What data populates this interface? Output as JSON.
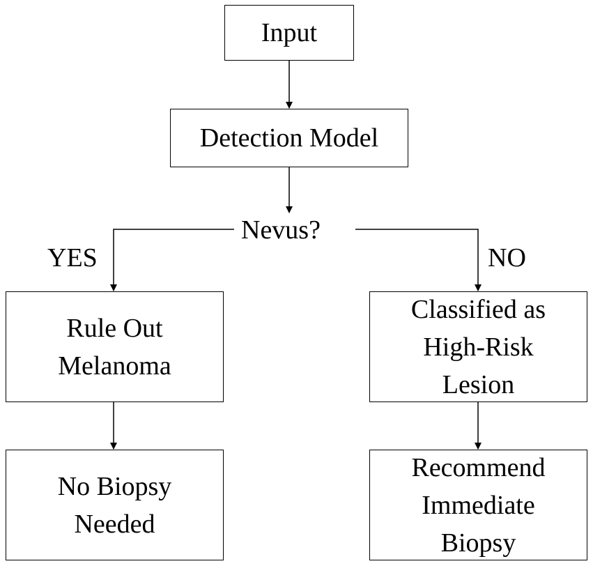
{
  "nodes": {
    "input": "Input",
    "detection_model": "Detection Model",
    "decision": "Nevus?",
    "rule_out": "Rule Out\nMelanoma",
    "high_risk": "Classified as\nHigh-Risk\nLesion",
    "no_biopsy": "No Biopsy\nNeeded",
    "recommend": "Recommend\nImmediate\nBiopsy"
  },
  "branches": {
    "yes": "YES",
    "no": "NO"
  },
  "colors": {
    "stroke": "#000000",
    "fill": "#ffffff"
  }
}
